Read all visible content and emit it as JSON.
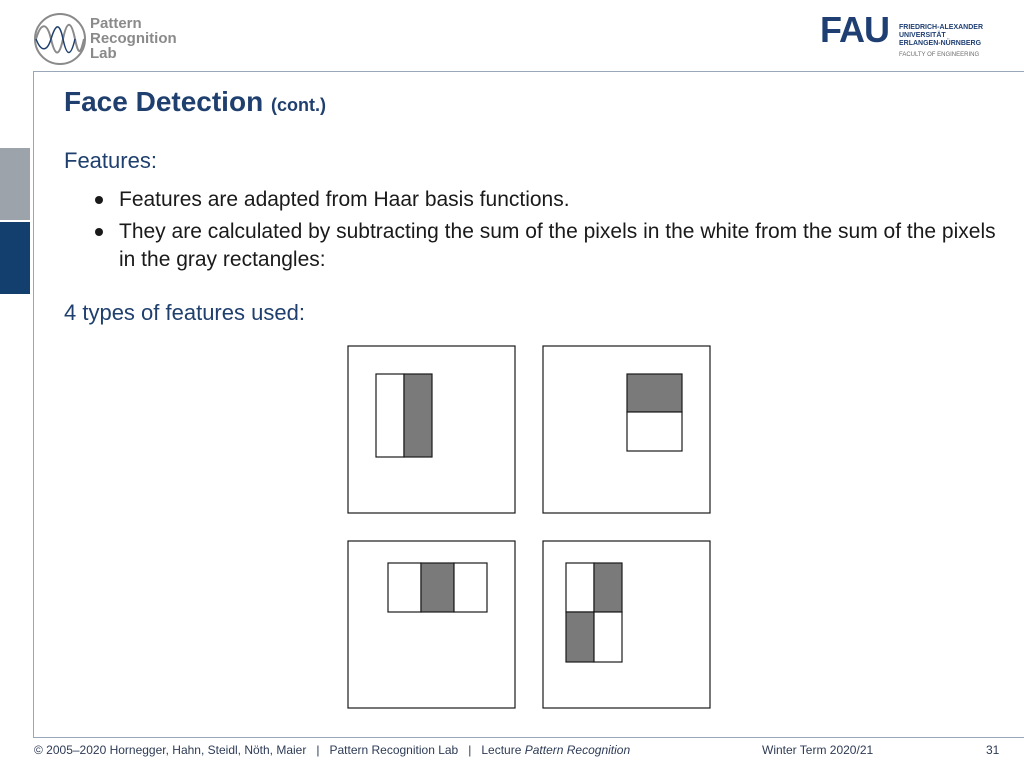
{
  "header": {
    "lab_logo_lines": [
      "Pattern",
      "Recognition",
      "Lab"
    ],
    "fau_logo_word": "FAU",
    "fau_logo_lines": [
      "FRIEDRICH-ALEXANDER",
      "UNIVERSITÄT",
      "ERLANGEN-NÜRNBERG"
    ],
    "fau_faculty": "FACULTY OF ENGINEERING"
  },
  "slide": {
    "title": "Face Detection",
    "title_suffix": "(cont.)",
    "section1": "Features:",
    "bullets": [
      "Features are adapted from Haar basis functions.",
      "They are calculated by subtracting the sum of the pixels in the white from the sum of the pixels in the gray rectangles:"
    ],
    "section2": "4 types of features used:"
  },
  "figure": {
    "colors": {
      "gray": "#7a7a7a",
      "white": "#ffffff",
      "stroke": "#1a1a1a"
    }
  },
  "footer": {
    "copyright": "© 2005–2020 Hornegger, Hahn, Steidl, Nöth, Maier",
    "lab": "Pattern Recognition Lab",
    "lecture_prefix": "Lecture",
    "lecture_name": "Pattern Recognition",
    "term": "Winter Term 2020/21",
    "page": "31"
  }
}
